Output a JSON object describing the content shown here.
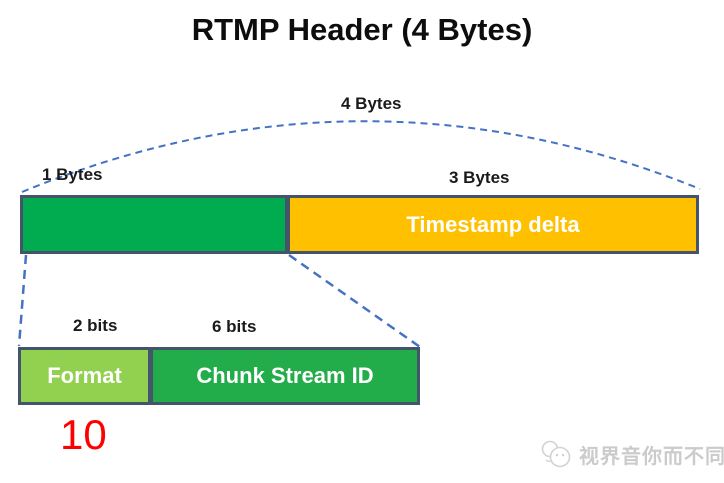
{
  "title": "RTMP Header (4 Bytes)",
  "diagram": {
    "arc_label": "4 Bytes",
    "top_row": {
      "left_label": "1 Bytes",
      "right_label": "3 Bytes",
      "cells": [
        {
          "name": "first-byte",
          "label": "",
          "color": "#00AC4F"
        },
        {
          "name": "timestamp-delta",
          "label": "Timestamp delta",
          "color": "#FFC000"
        }
      ]
    },
    "bottom_row": {
      "left_label": "2 bits",
      "right_label": "6 bits",
      "cells": [
        {
          "name": "format",
          "label": "Format",
          "color": "#92D050"
        },
        {
          "name": "chunk-stream-id",
          "label": "Chunk Stream ID",
          "color": "#22AC4A"
        }
      ]
    },
    "format_value": "10"
  },
  "watermark": {
    "text": "视界音你而不同"
  },
  "colors": {
    "green": "#00AC4F",
    "light_green": "#92D050",
    "orange": "#FFC000",
    "border_blue": "#44546A",
    "dash_blue": "#4472C4",
    "value_red": "#FF0000",
    "watermark_gray": "#CBCBCB"
  }
}
